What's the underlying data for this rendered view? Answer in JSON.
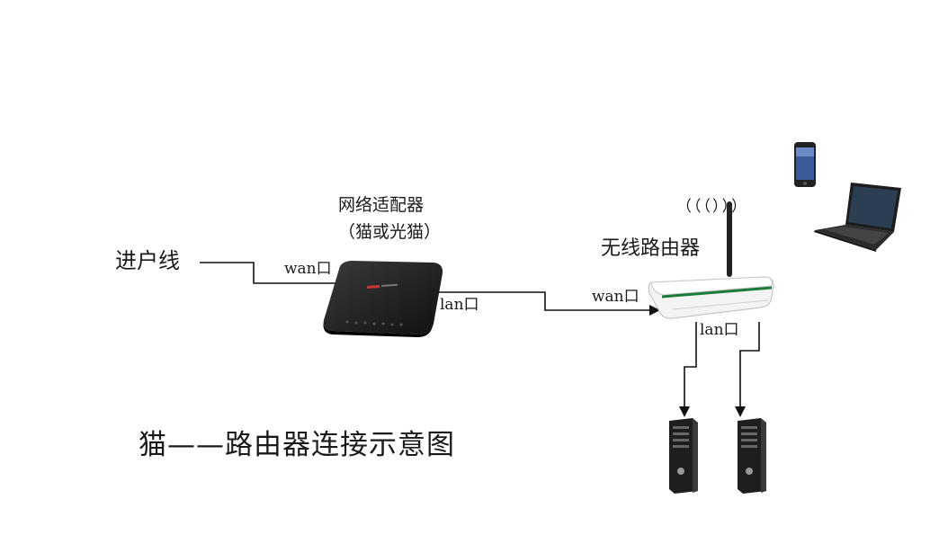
{
  "labels": {
    "incoming_line": "进户线",
    "adapter_title": "网络适配器",
    "adapter_subtitle": "（猫或光猫）",
    "wireless_router": "无线路由器",
    "modem_wan_port": "wan口",
    "modem_lan_port": "lan口",
    "router_wan_port": "wan口",
    "router_lan_port": "lan口",
    "wifi_signal": "（（（）））",
    "diagram_title": "猫——路由器连接示意图"
  },
  "devices": [
    {
      "name": "modem",
      "icon": "modem-icon"
    },
    {
      "name": "wireless-router",
      "icon": "router-icon"
    },
    {
      "name": "smartphone",
      "icon": "phone-icon"
    },
    {
      "name": "laptop",
      "icon": "laptop-icon"
    },
    {
      "name": "desktop-pc-1",
      "icon": "pc-tower-icon"
    },
    {
      "name": "desktop-pc-2",
      "icon": "pc-tower-icon"
    }
  ],
  "colors": {
    "line": "#111111",
    "device_body": "#1c1c1c",
    "router_body": "#f2f2f2",
    "router_stripe": "#1b7b3a"
  }
}
